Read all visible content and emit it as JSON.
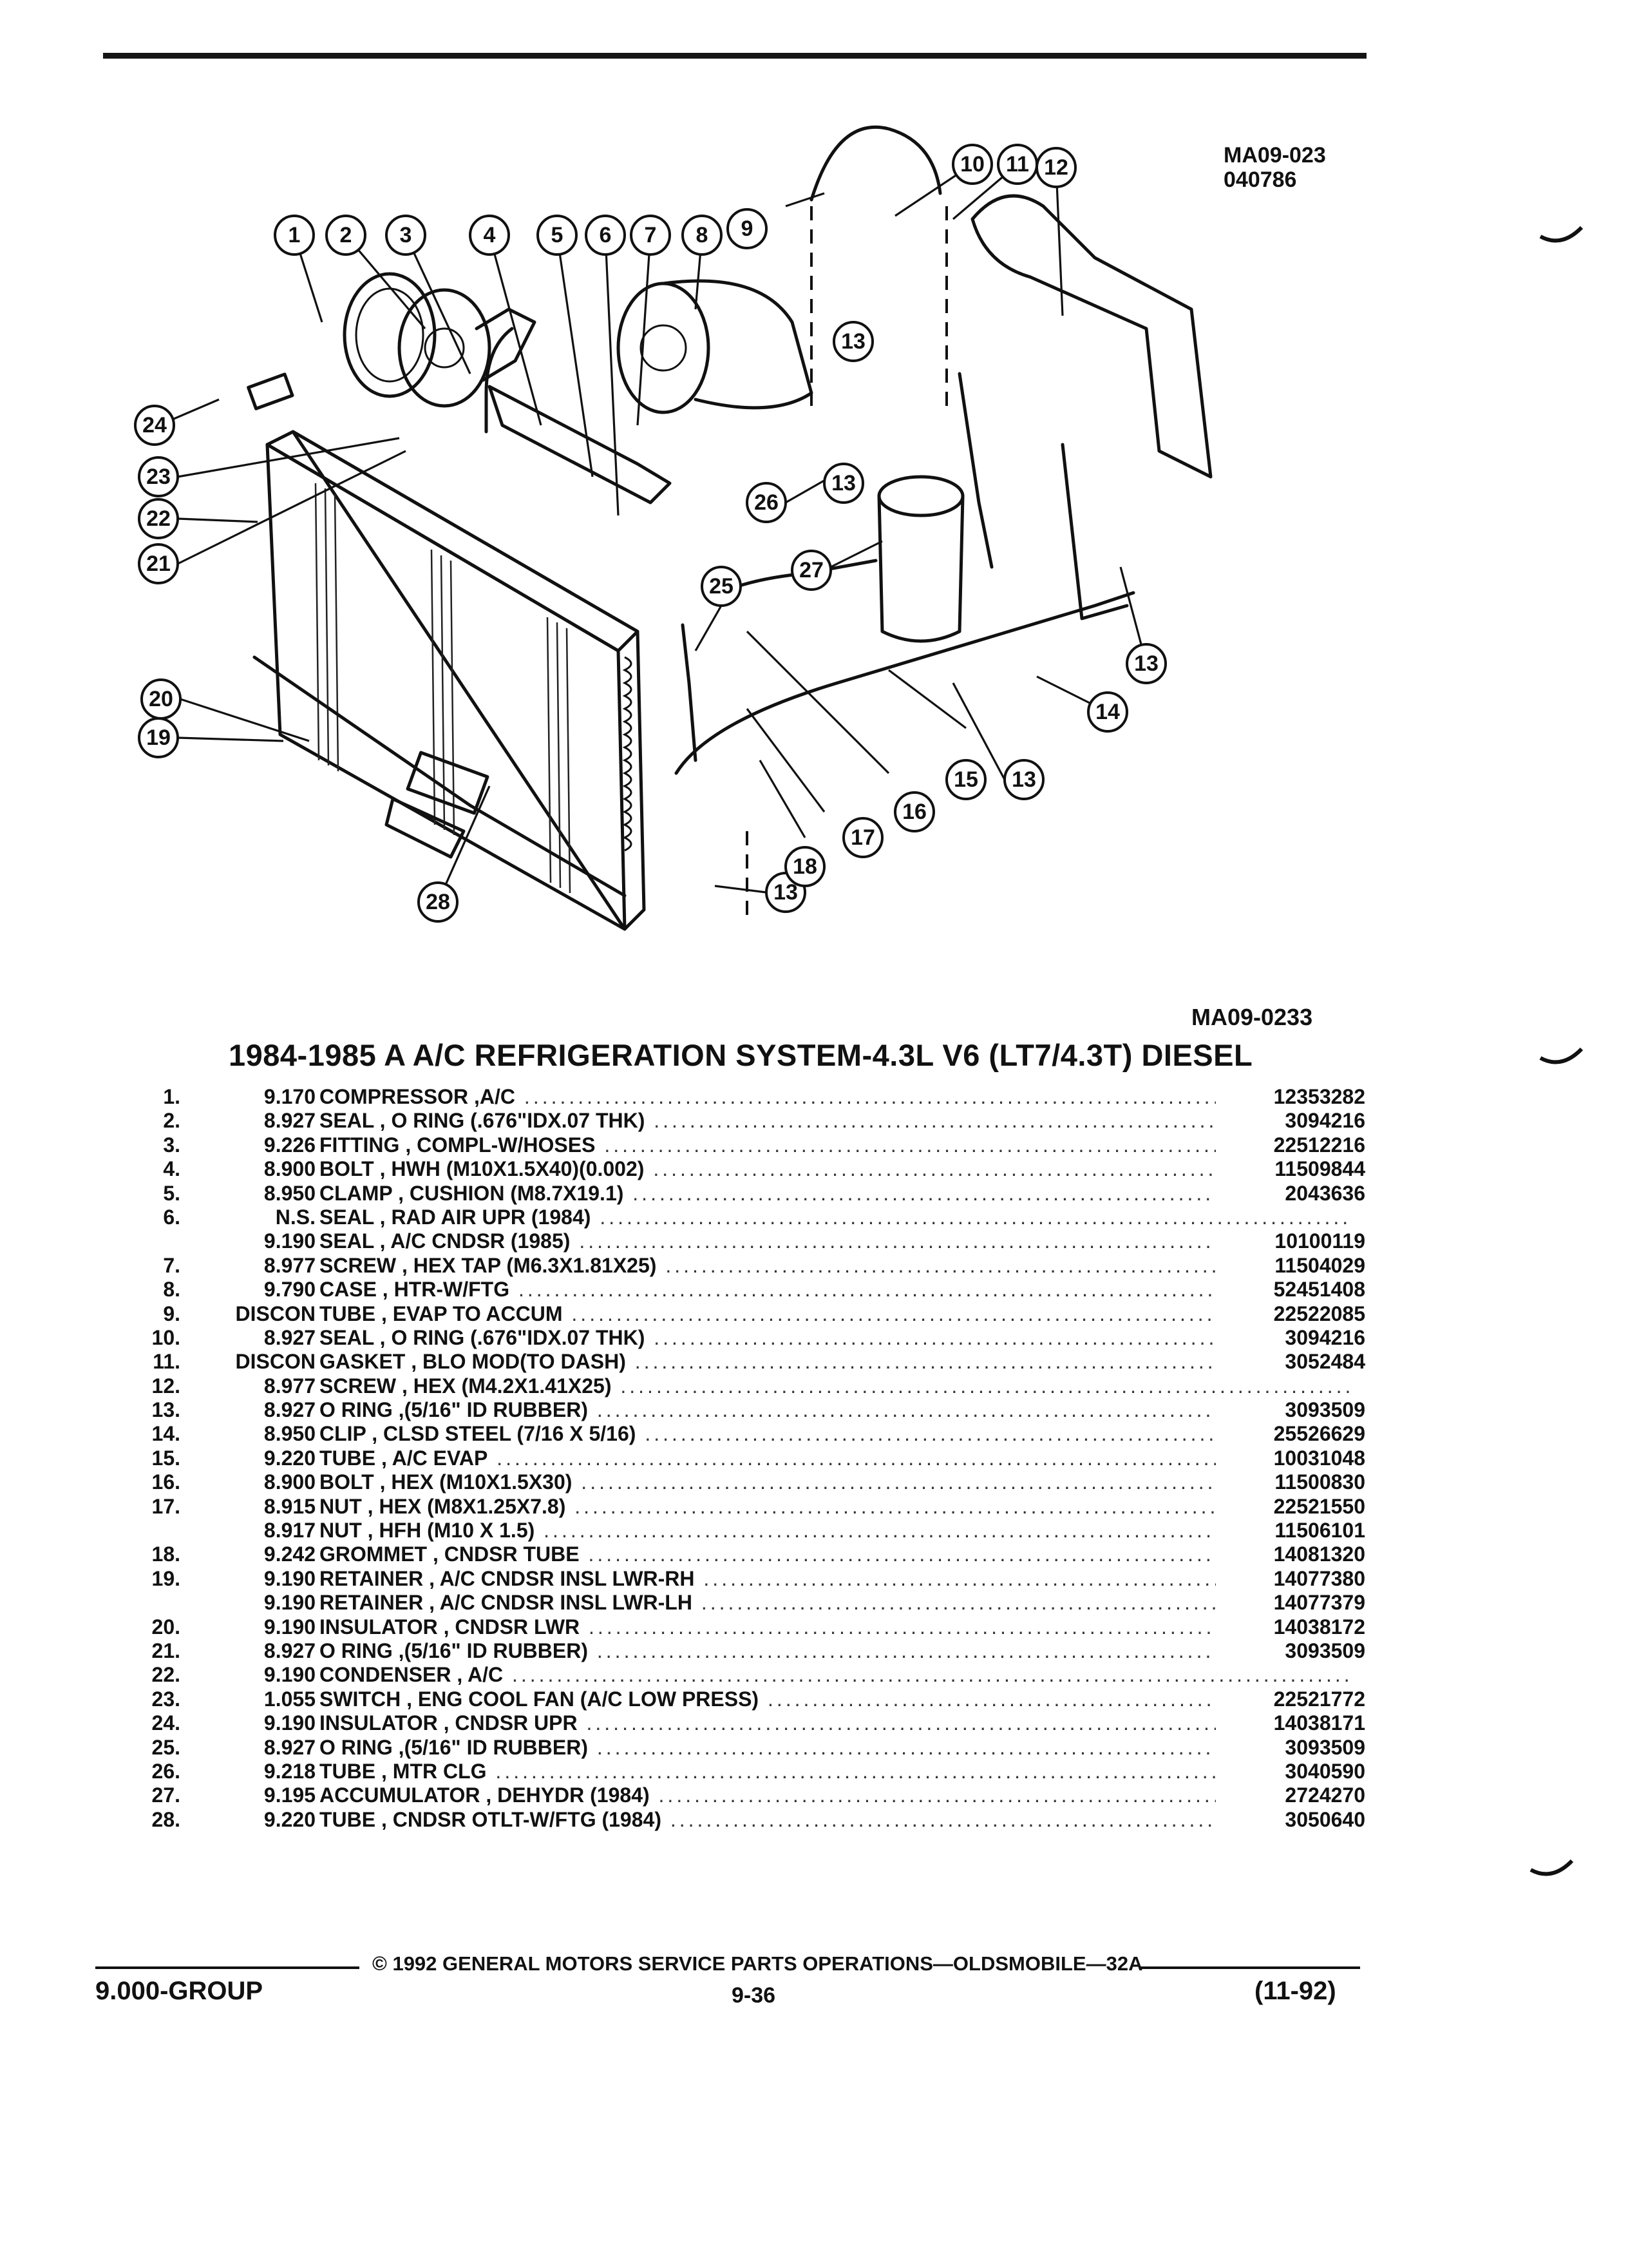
{
  "diagram": {
    "id_main": "MA09-023",
    "id_sub": "040786",
    "figure_ref": "MA09-0233",
    "callouts": [
      "1",
      "2",
      "3",
      "4",
      "5",
      "6",
      "7",
      "8",
      "9",
      "10",
      "11",
      "12",
      "13",
      "13",
      "13",
      "13",
      "13",
      "14",
      "15",
      "16",
      "17",
      "18",
      "19",
      "20",
      "21",
      "22",
      "23",
      "24",
      "25",
      "26",
      "27",
      "28"
    ]
  },
  "section_title": "1984-1985 A A/C REFRIGERATION SYSTEM-4.3L V6 (LT7/4.3T) DIESEL",
  "parts": [
    {
      "num": "1.",
      "group": "9.170",
      "desc": "COMPRESSOR ,A/C",
      "pn": "12353282"
    },
    {
      "num": "2.",
      "group": "8.927",
      "desc": "SEAL , O RING (.676\"IDX.07 THK)",
      "pn": "3094216"
    },
    {
      "num": "3.",
      "group": "9.226",
      "desc": "FITTING , COMPL-W/HOSES",
      "pn": "22512216"
    },
    {
      "num": "4.",
      "group": "8.900",
      "desc": "BOLT , HWH (M10X1.5X40)(0.002)",
      "pn": "11509844"
    },
    {
      "num": "5.",
      "group": "8.950",
      "desc": "CLAMP , CUSHION (M8.7X19.1)",
      "pn": "2043636"
    },
    {
      "num": "6.",
      "group": "N.S.",
      "desc": "SEAL , RAD AIR UPR (1984)",
      "pn": ""
    },
    {
      "num": "",
      "group": "9.190",
      "desc": "SEAL , A/C CNDSR (1985)",
      "pn": "10100119"
    },
    {
      "num": "7.",
      "group": "8.977",
      "desc": "SCREW , HEX TAP (M6.3X1.81X25)",
      "pn": "11504029"
    },
    {
      "num": "8.",
      "group": "9.790",
      "desc": "CASE , HTR-W/FTG",
      "pn": "52451408"
    },
    {
      "num": "9.",
      "group": "DISCON",
      "desc": "TUBE , EVAP TO ACCUM",
      "pn": "22522085"
    },
    {
      "num": "10.",
      "group": "8.927",
      "desc": "SEAL , O RING (.676\"IDX.07 THK)",
      "pn": "3094216"
    },
    {
      "num": "11.",
      "group": "DISCON",
      "desc": "GASKET , BLO MOD(TO DASH)",
      "pn": "3052484"
    },
    {
      "num": "12.",
      "group": "8.977",
      "desc": "SCREW , HEX (M4.2X1.41X25)",
      "pn": ""
    },
    {
      "num": "13.",
      "group": "8.927",
      "desc": "O RING ,(5/16\" ID RUBBER)",
      "pn": "3093509"
    },
    {
      "num": "14.",
      "group": "8.950",
      "desc": "CLIP , CLSD STEEL (7/16 X 5/16)",
      "pn": "25526629"
    },
    {
      "num": "15.",
      "group": "9.220",
      "desc": "TUBE , A/C EVAP",
      "pn": "10031048"
    },
    {
      "num": "16.",
      "group": "8.900",
      "desc": "BOLT , HEX (M10X1.5X30)",
      "pn": "11500830"
    },
    {
      "num": "17.",
      "group": "8.915",
      "desc": "NUT , HEX (M8X1.25X7.8)",
      "pn": "22521550"
    },
    {
      "num": "",
      "group": "8.917",
      "desc": "NUT , HFH (M10 X 1.5)",
      "pn": "11506101"
    },
    {
      "num": "18.",
      "group": "9.242",
      "desc": "GROMMET , CNDSR TUBE",
      "pn": "14081320"
    },
    {
      "num": "19.",
      "group": "9.190",
      "desc": "RETAINER , A/C CNDSR INSL LWR-RH",
      "pn": "14077380"
    },
    {
      "num": "",
      "group": "9.190",
      "desc": "RETAINER , A/C CNDSR INSL LWR-LH",
      "pn": "14077379"
    },
    {
      "num": "20.",
      "group": "9.190",
      "desc": "INSULATOR , CNDSR LWR",
      "pn": "14038172"
    },
    {
      "num": "21.",
      "group": "8.927",
      "desc": "O RING ,(5/16\" ID RUBBER)",
      "pn": "3093509"
    },
    {
      "num": "22.",
      "group": "9.190",
      "desc": "CONDENSER , A/C",
      "pn": ""
    },
    {
      "num": "23.",
      "group": "1.055",
      "desc": "SWITCH , ENG COOL FAN (A/C LOW PRESS)",
      "pn": "22521772"
    },
    {
      "num": "24.",
      "group": "9.190",
      "desc": "INSULATOR , CNDSR UPR",
      "pn": "14038171"
    },
    {
      "num": "25.",
      "group": "8.927",
      "desc": "O RING ,(5/16\" ID RUBBER)",
      "pn": "3093509"
    },
    {
      "num": "26.",
      "group": "9.218",
      "desc": "TUBE , MTR CLG",
      "pn": "3040590"
    },
    {
      "num": "27.",
      "group": "9.195",
      "desc": "ACCUMULATOR , DEHYDR (1984)",
      "pn": "2724270"
    },
    {
      "num": "28.",
      "group": "9.220",
      "desc": "TUBE , CNDSR OTLT-W/FTG (1984)",
      "pn": "3050640"
    }
  ],
  "footer": {
    "copyright": "© 1992 GENERAL MOTORS SERVICE PARTS OPERATIONS—OLDSMOBILE—32A",
    "group": "9.000-GROUP",
    "page": "9-36",
    "date": "(11-92)"
  }
}
